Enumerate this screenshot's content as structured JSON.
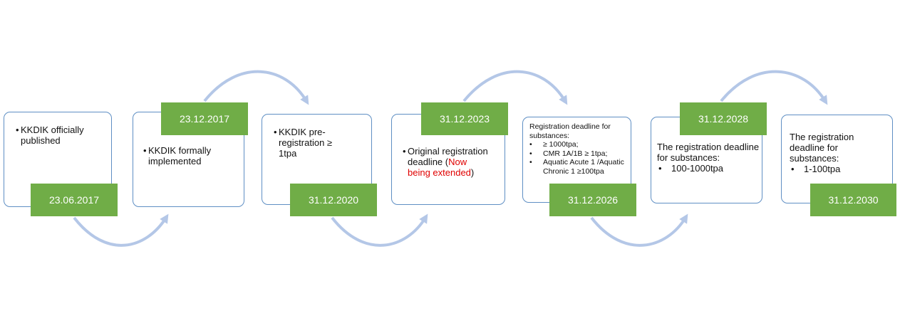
{
  "milestones": [
    {
      "date": "23.06.2017",
      "bullets": [
        "KKDIK officially published"
      ]
    },
    {
      "date": "23.12.2017",
      "bullets": [
        "KKDIK formally implemented"
      ]
    },
    {
      "date": "31.12.2020",
      "bullets": [
        "KKDIK pre-registration ≥ 1tpa"
      ]
    },
    {
      "date": "31.12.2023",
      "text_before": "Original registration deadline (",
      "text_highlight": "Now being extended",
      "text_after": ")"
    },
    {
      "date": "31.12.2026",
      "heading": "Registration deadline for substances:",
      "bullets": [
        "≥ 1000tpa;",
        "CMR 1A/1B ≥ 1tpa;",
        "Aquatic Acute 1 /Aquatic Chronic 1 ≥100tpa"
      ]
    },
    {
      "date": "31.12.2028",
      "heading": "The registration deadline for substances:",
      "bullets": [
        "100-1000tpa"
      ]
    },
    {
      "date": "31.12.2030",
      "heading": "The registration deadline for substances:",
      "bullets": [
        "1-100tpa"
      ]
    }
  ],
  "colors": {
    "badge": "#70ad47",
    "box_border": "#5f8fc4",
    "arrow": "#b4c7e7",
    "highlight": "#e00000"
  }
}
